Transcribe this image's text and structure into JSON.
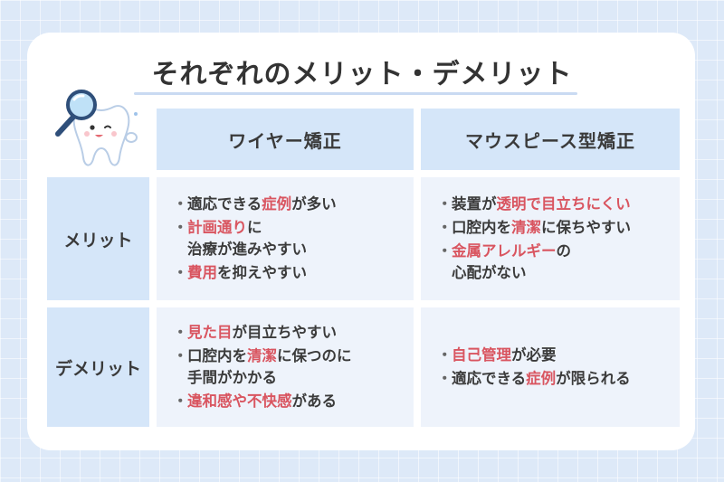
{
  "title": "それぞれのメリット・デメリット",
  "columns": [
    "ワイヤー矯正",
    "マウスピース型矯正"
  ],
  "rows": {
    "merit": "メリット",
    "demerit": "デメリット"
  },
  "cells": {
    "merit_wire": [
      {
        "parts": [
          {
            "t": "適応できる"
          },
          {
            "t": "症例",
            "h": true
          },
          {
            "t": "が多い"
          }
        ],
        "cont": ""
      },
      {
        "parts": [
          {
            "t": "計画通り",
            "h": true
          },
          {
            "t": "に"
          }
        ],
        "cont": "治療が進みやすい"
      },
      {
        "parts": [
          {
            "t": "費用",
            "h": true
          },
          {
            "t": "を抑えやすい"
          }
        ],
        "cont": ""
      }
    ],
    "merit_mouth": [
      {
        "parts": [
          {
            "t": "装置が"
          },
          {
            "t": "透明で目立ちにくい",
            "h": true
          }
        ],
        "cont": ""
      },
      {
        "parts": [
          {
            "t": "口腔内を"
          },
          {
            "t": "清潔",
            "h": true
          },
          {
            "t": "に保ちやすい"
          }
        ],
        "cont": ""
      },
      {
        "parts": [
          {
            "t": "金属アレルギー",
            "h": true
          },
          {
            "t": "の"
          }
        ],
        "cont": "心配がない"
      }
    ],
    "demerit_wire": [
      {
        "parts": [
          {
            "t": "見た目",
            "h": true
          },
          {
            "t": "が目立ちやすい"
          }
        ],
        "cont": ""
      },
      {
        "parts": [
          {
            "t": "口腔内を"
          },
          {
            "t": "清潔",
            "h": true
          },
          {
            "t": "に保つのに"
          }
        ],
        "cont": "手間がかかる"
      },
      {
        "parts": [
          {
            "t": "違和感や不快感",
            "h": true
          },
          {
            "t": "がある"
          }
        ],
        "cont": ""
      }
    ],
    "demerit_mouth": [
      {
        "parts": [
          {
            "t": "自己管理",
            "h": true
          },
          {
            "t": "が必要"
          }
        ],
        "cont": ""
      },
      {
        "parts": [
          {
            "t": "適応できる"
          },
          {
            "t": "症例",
            "h": true
          },
          {
            "t": "が限られる"
          }
        ],
        "cont": ""
      }
    ]
  },
  "bullet": "・",
  "colors": {
    "background": "#dde9f8",
    "header_fill": "#d5e6f9",
    "cell_fill": "#eef3fb",
    "highlight": "#d95560",
    "text": "#333333"
  },
  "mascot_icon": "tooth-with-magnifier-icon"
}
